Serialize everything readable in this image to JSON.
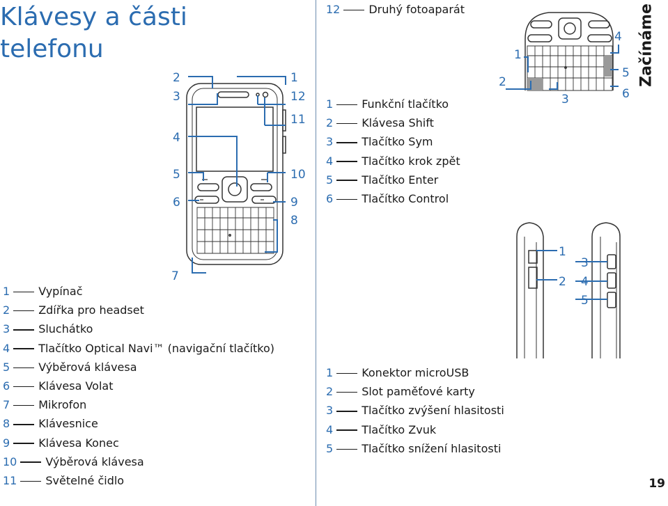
{
  "title_line1": "Klávesy a části",
  "title_line2": "telefonu",
  "section_tab": "Začínáme",
  "page_number": "19",
  "colors": {
    "accent": "#2b6cb0",
    "text": "#1a1a1a",
    "device": "#333333"
  },
  "front_callouts": {
    "c1": "1",
    "c2": "2",
    "c3": "3",
    "c4": "4",
    "c5": "5",
    "c6": "6",
    "c7": "7",
    "c8": "8",
    "c9": "9",
    "c10": "10",
    "c11": "11",
    "c12": "12"
  },
  "keyboard_callouts": {
    "c1": "1",
    "c2": "2",
    "c3": "3",
    "c4": "4",
    "c5": "5",
    "c6": "6"
  },
  "side_callouts": {
    "c1": "1",
    "c2": "2",
    "c3": "3",
    "c4": "4",
    "c5": "5"
  },
  "front_legend": [
    {
      "num": "1",
      "text": "Vypínač"
    },
    {
      "num": "2",
      "text": "Zdířka pro headset"
    },
    {
      "num": "3",
      "text": "Sluchátko"
    },
    {
      "num": "4",
      "text": "Tlačítko Optical Navi™ (navigační tlačítko)"
    },
    {
      "num": "5",
      "text": "Výběrová klávesa"
    },
    {
      "num": "6",
      "text": "Klávesa Volat"
    },
    {
      "num": "7",
      "text": "Mikrofon"
    },
    {
      "num": "8",
      "text": "Klávesnice"
    },
    {
      "num": "9",
      "text": "Klávesa Konec"
    },
    {
      "num": "10",
      "text": "Výběrová klávesa"
    },
    {
      "num": "11",
      "text": "Světelné čidlo"
    },
    {
      "num": "12",
      "text": "Druhý fotoaparát"
    }
  ],
  "keyboard_legend": [
    {
      "num": "1",
      "text": "Funkční tlačítko"
    },
    {
      "num": "2",
      "text": "Klávesa Shift"
    },
    {
      "num": "3",
      "text": "Tlačítko Sym"
    },
    {
      "num": "4",
      "text": "Tlačítko krok zpět"
    },
    {
      "num": "5",
      "text": "Tlačítko Enter"
    },
    {
      "num": "6",
      "text": "Tlačítko Control"
    }
  ],
  "side_legend": [
    {
      "num": "1",
      "text": "Konektor microUSB"
    },
    {
      "num": "2",
      "text": "Slot paměťové karty"
    },
    {
      "num": "3",
      "text": "Tlačítko zvýšení hlasitosti"
    },
    {
      "num": "4",
      "text": "Tlačítko Zvuk"
    },
    {
      "num": "5",
      "text": "Tlačítko snížení hlasitosti"
    }
  ]
}
